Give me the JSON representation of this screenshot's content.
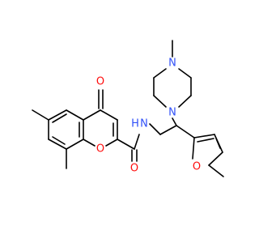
{
  "colors": {
    "bond": "#000000",
    "O": "#ff0d0d",
    "N": "#3050f8",
    "background": "#ffffff"
  },
  "atoms": [
    {
      "id": "O_ketone",
      "symbol": "O"
    },
    {
      "id": "O_ring",
      "symbol": "O"
    },
    {
      "id": "O_amide",
      "symbol": "O"
    },
    {
      "id": "N_amide_H",
      "symbol": "N",
      "label": "H"
    },
    {
      "id": "N_pip_methyl",
      "symbol": "N"
    },
    {
      "id": "N_pip_attach",
      "symbol": "N"
    },
    {
      "id": "O_furan",
      "symbol": "O"
    }
  ]
}
